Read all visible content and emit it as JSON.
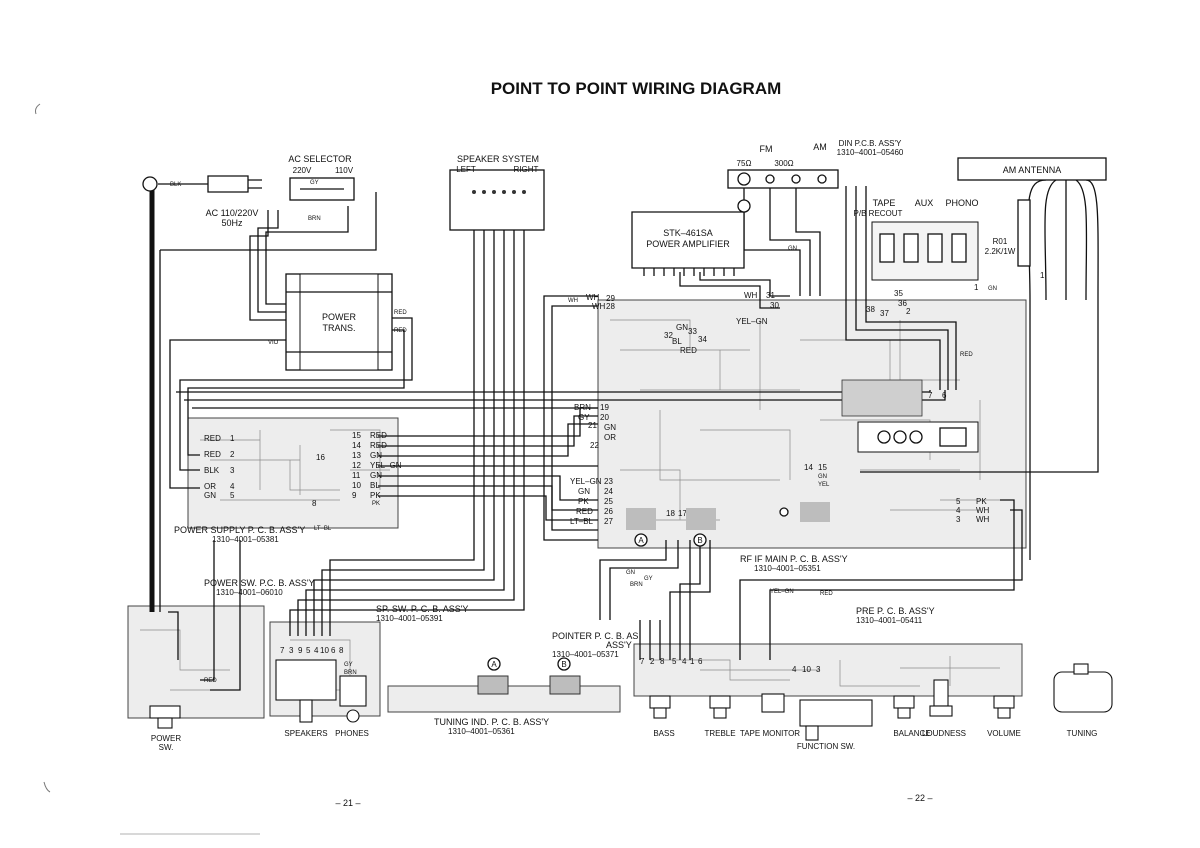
{
  "title": "POINT TO POINT WIRING DIAGRAM",
  "pages": {
    "left": "– 21 –",
    "right": "– 22 –"
  },
  "top": {
    "ac_selector": "AC SELECTOR",
    "ac_220": "220V",
    "ac_110": "110V",
    "ac_input": "AC 110/220V",
    "ac_hz": "50Hz",
    "speaker_system": "SPEAKER SYSTEM",
    "left": "LEFT",
    "right": "RIGHT",
    "stk_model": "STK–461SA",
    "stk_desc": "POWER AMPLIFIER",
    "power_trans_1": "POWER",
    "power_trans_2": "TRANS.",
    "fm": "FM",
    "am": "AM",
    "ohm75": "75Ω",
    "ohm300": "300Ω",
    "din_pcb": "DIN P.C.B. ASS'Y",
    "din_num": "1310–4001–05460",
    "am_antenna": "AM ANTENNA",
    "tape": "TAPE",
    "aux": "AUX",
    "phono": "PHONO",
    "pb_rec_out": "P/B RECOUT",
    "r01": "R01",
    "r01_value": "2.2K/1W"
  },
  "boards": {
    "power_supply": "POWER SUPPLY P. C. B. ASS'Y",
    "power_supply_num": "1310–4001–05381",
    "power_sw": "POWER SW. P.C. B. ASS'Y",
    "power_sw_num": "1310–4001–06010",
    "sp_sw": "SP. SW. P. C. B. ASS'Y",
    "sp_sw_num": "1310–4001–05391",
    "pointer": "POINTER P. C. B. AS",
    "pointer_assy": "ASS'Y",
    "pointer_num": "1310–4001–05371",
    "tuning_ind": "TUNING IND. P. C. B. ASS'Y",
    "tuning_ind_num": "1310–4001–05361",
    "rf_if": "RF IF MAIN P. C. B. ASS'Y",
    "rf_if_num": "1310–4001–05351",
    "pre": "PRE P. C. B. ASS'Y",
    "pre_num": "1310–4001–05411"
  },
  "controls": {
    "power_sw": "POWER",
    "power_sw2": "SW.",
    "speakers": "SPEAKERS",
    "phones": "PHONES",
    "bass": "BASS",
    "treble": "TREBLE",
    "tape_monitor": "TAPE MONITOR",
    "function_sw": "FUNCTION SW.",
    "balance": "BALANCE",
    "loudness": "LOUDNESS",
    "volume": "VOLUME",
    "tuning": "TUNING"
  },
  "connector_a": "A",
  "connector_b": "B",
  "misc": {
    "blk": "BLK",
    "vio": "VIO",
    "red": "RED",
    "gy": "GY",
    "yel": "YEL",
    "brn": "BRN",
    "or": "OR",
    "gn": "GN",
    "wh": "WH",
    "pk": "PK",
    "lt_bl": "LT–BL",
    "yel_gn": "YEL–GN"
  },
  "ps_terminals": [
    {
      "n": "1",
      "c": "RED"
    },
    {
      "n": "2",
      "c": "RED"
    },
    {
      "n": "3",
      "c": "BLK"
    },
    {
      "n": "4",
      "c": "OR"
    },
    {
      "n": "5",
      "c": "GN"
    }
  ],
  "ps_right_terminals": [
    {
      "n": "15",
      "c": "RED"
    },
    {
      "n": "14",
      "c": "RED"
    },
    {
      "n": "13",
      "c": "GN"
    },
    {
      "n": "12",
      "c": "YEL–GN"
    },
    {
      "n": "11",
      "c": "GN"
    },
    {
      "n": "10",
      "c": "BL"
    },
    {
      "n": "9",
      "c": "PK"
    }
  ],
  "rf_left_terminals": [
    {
      "n": "23",
      "c": "YEL–GN"
    },
    {
      "n": "24",
      "c": "GN"
    },
    {
      "n": "25",
      "c": "PK"
    },
    {
      "n": "26",
      "c": "RED"
    },
    {
      "n": "27",
      "c": "LT–BL"
    }
  ],
  "rf_top_terminals": [
    {
      "n": "19",
      "c": "BRN"
    },
    {
      "n": "20",
      "c": "GY"
    },
    {
      "n": "21",
      "c": "GN"
    },
    {
      "n": "22",
      "c": "OR"
    }
  ],
  "amp_terminals": [
    {
      "n": "29",
      "c": "WH"
    },
    {
      "n": "28",
      "c": "WH"
    },
    {
      "n": "31",
      "c": "WH"
    },
    {
      "n": "30",
      "c": "YEL–GN"
    },
    {
      "n": "32",
      "c": "GN"
    },
    {
      "n": "33",
      "c": "BL"
    },
    {
      "n": "34",
      "c": "RED"
    }
  ],
  "rf_right_terminals": [
    {
      "n": "5",
      "c": "PK"
    },
    {
      "n": "4",
      "c": "WH"
    },
    {
      "n": "3",
      "c": "WH"
    }
  ],
  "pointer_pins": [
    "7",
    "2",
    "8",
    "5",
    "4",
    "1",
    "6"
  ],
  "sp_pins": [
    "7",
    "3",
    "9",
    "5",
    "4",
    "10",
    "6",
    "8"
  ],
  "pre_pins": [
    "4",
    "10",
    "3"
  ],
  "misc_numbers": {
    "n16": "16",
    "n8": "8",
    "n18": "18",
    "n17": "17",
    "n14": "14",
    "n15": "15",
    "n7": "7",
    "n6": "6",
    "n38": "38",
    "n37": "37",
    "n36": "36",
    "n35": "35",
    "n2": "2",
    "n1": "1",
    "n3": "3"
  }
}
